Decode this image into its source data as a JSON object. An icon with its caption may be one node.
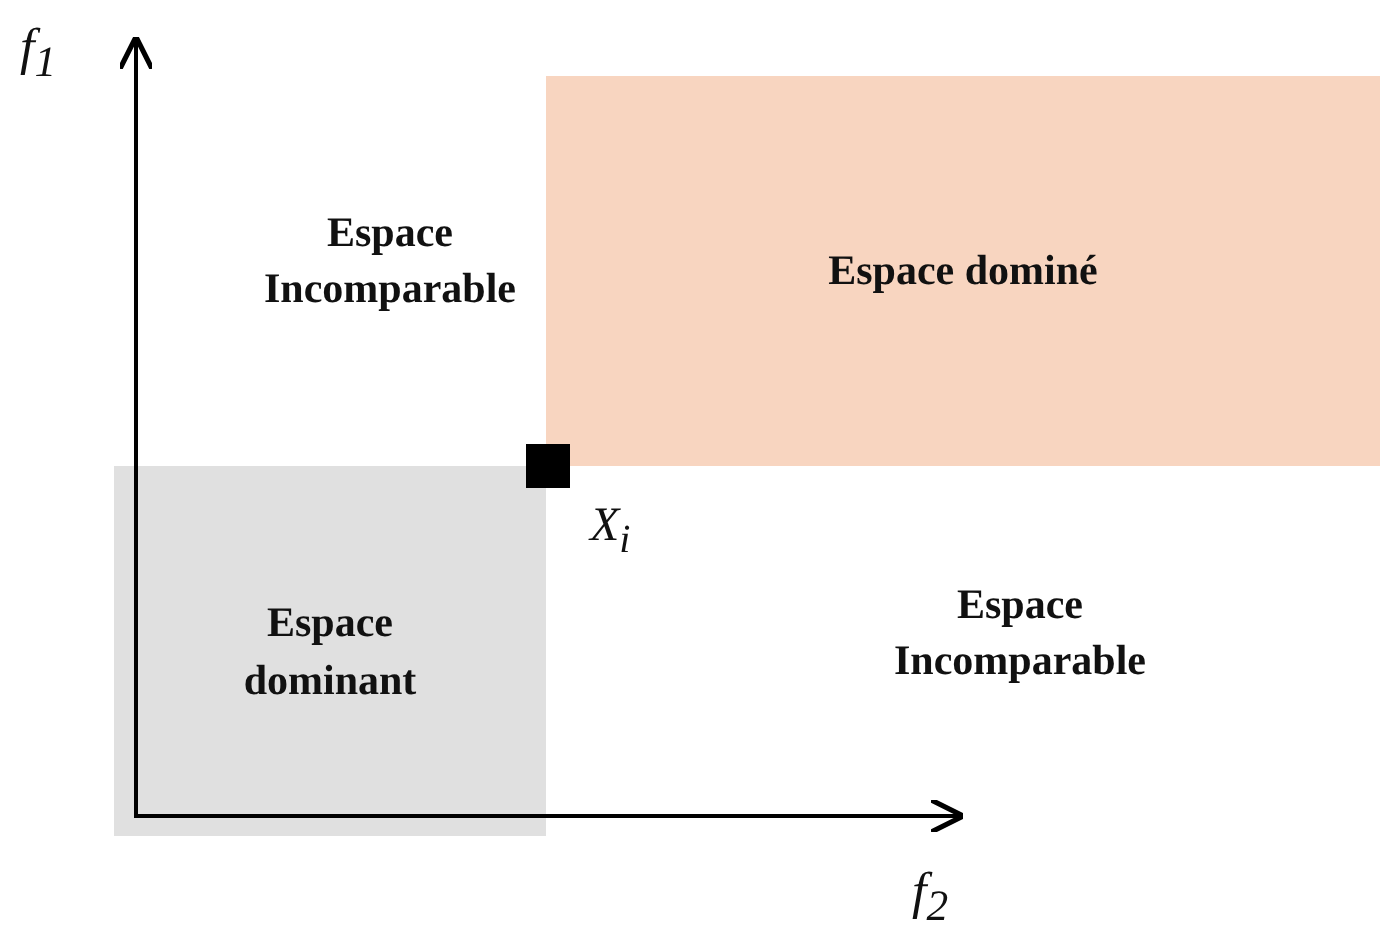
{
  "diagram": {
    "nodes": [
      {
        "text": [
          "Espace dominé"
        ]
      },
      {
        "text": [
          "Espace dominant"
        ]
      },
      {
        "text": [],
        "shape": "box",
        "beside": [
          "X$_{i}$"
        ]
      }
    ],
    "edges": [],
    "labels": [
      "f$_{1}$",
      "Espace Incomparable",
      "Espace Incomparable",
      "f$_{2}$"
    ]
  }
}
